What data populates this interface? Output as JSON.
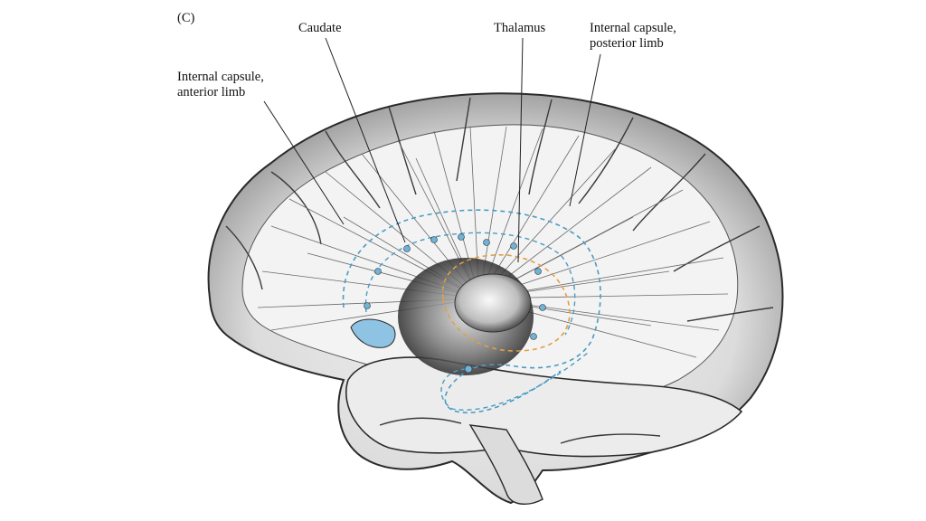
{
  "panel": {
    "letter": "(C)"
  },
  "labels": {
    "caudate": "Caudate",
    "thalamus": "Thalamus",
    "internal_capsule_posterior": {
      "line1": "Internal capsule,",
      "line2": "posterior limb"
    },
    "internal_capsule_anterior": {
      "line1": "Internal capsule,",
      "line2": "anterior limb"
    }
  },
  "colors": {
    "ventricle_outline": "#4a9bc4",
    "ventricle_fill": "#8ec3e3",
    "thalamus_outline": "#e0a040",
    "brain_fill": "#efefef",
    "cortex_shade": "#9a9a9a",
    "line": "#2a2a2a"
  }
}
